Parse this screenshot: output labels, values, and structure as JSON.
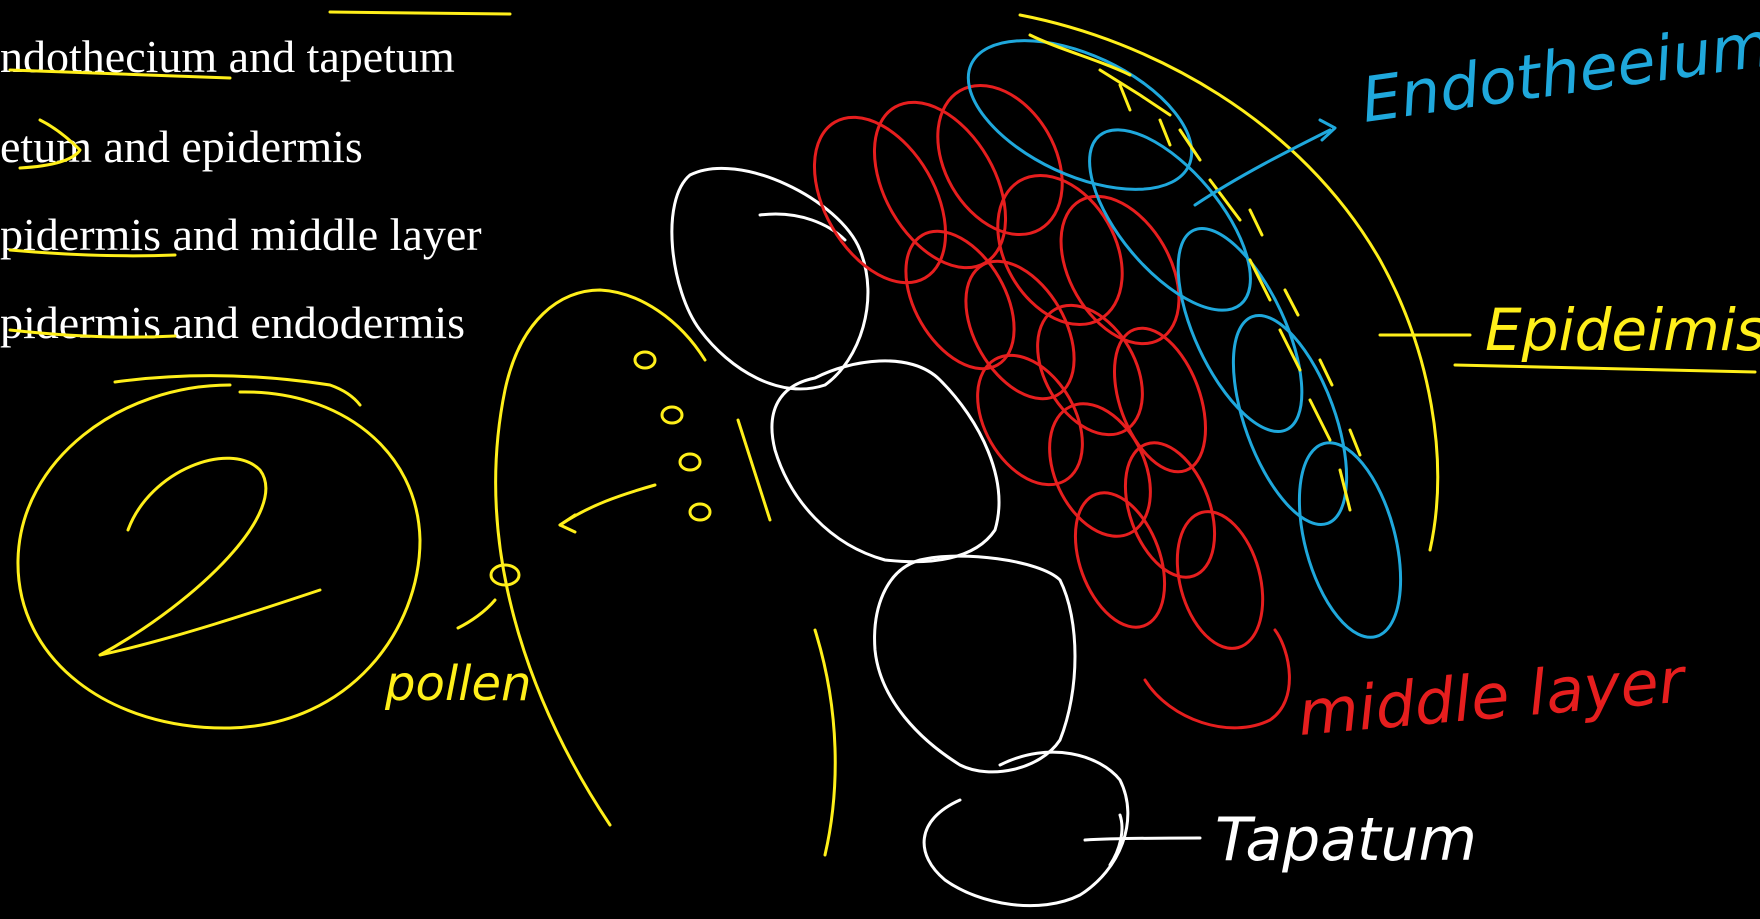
{
  "options": [
    "ndothecium and tapetum",
    "etum and epidermis",
    "pidermis and middle layer",
    "pidermis and endodermis"
  ],
  "question_number": "2",
  "labels": {
    "endothecium": "Endotheeium",
    "epidermis": "Epideimis",
    "middle_layer": "middle layer",
    "tapetum": "Tapatum",
    "pollen": "pollen"
  },
  "colors": {
    "background": "#000000",
    "yellow": "#ffef1a",
    "red": "#e61e1e",
    "blue": "#1fa8dc",
    "white": "#ffffff"
  }
}
